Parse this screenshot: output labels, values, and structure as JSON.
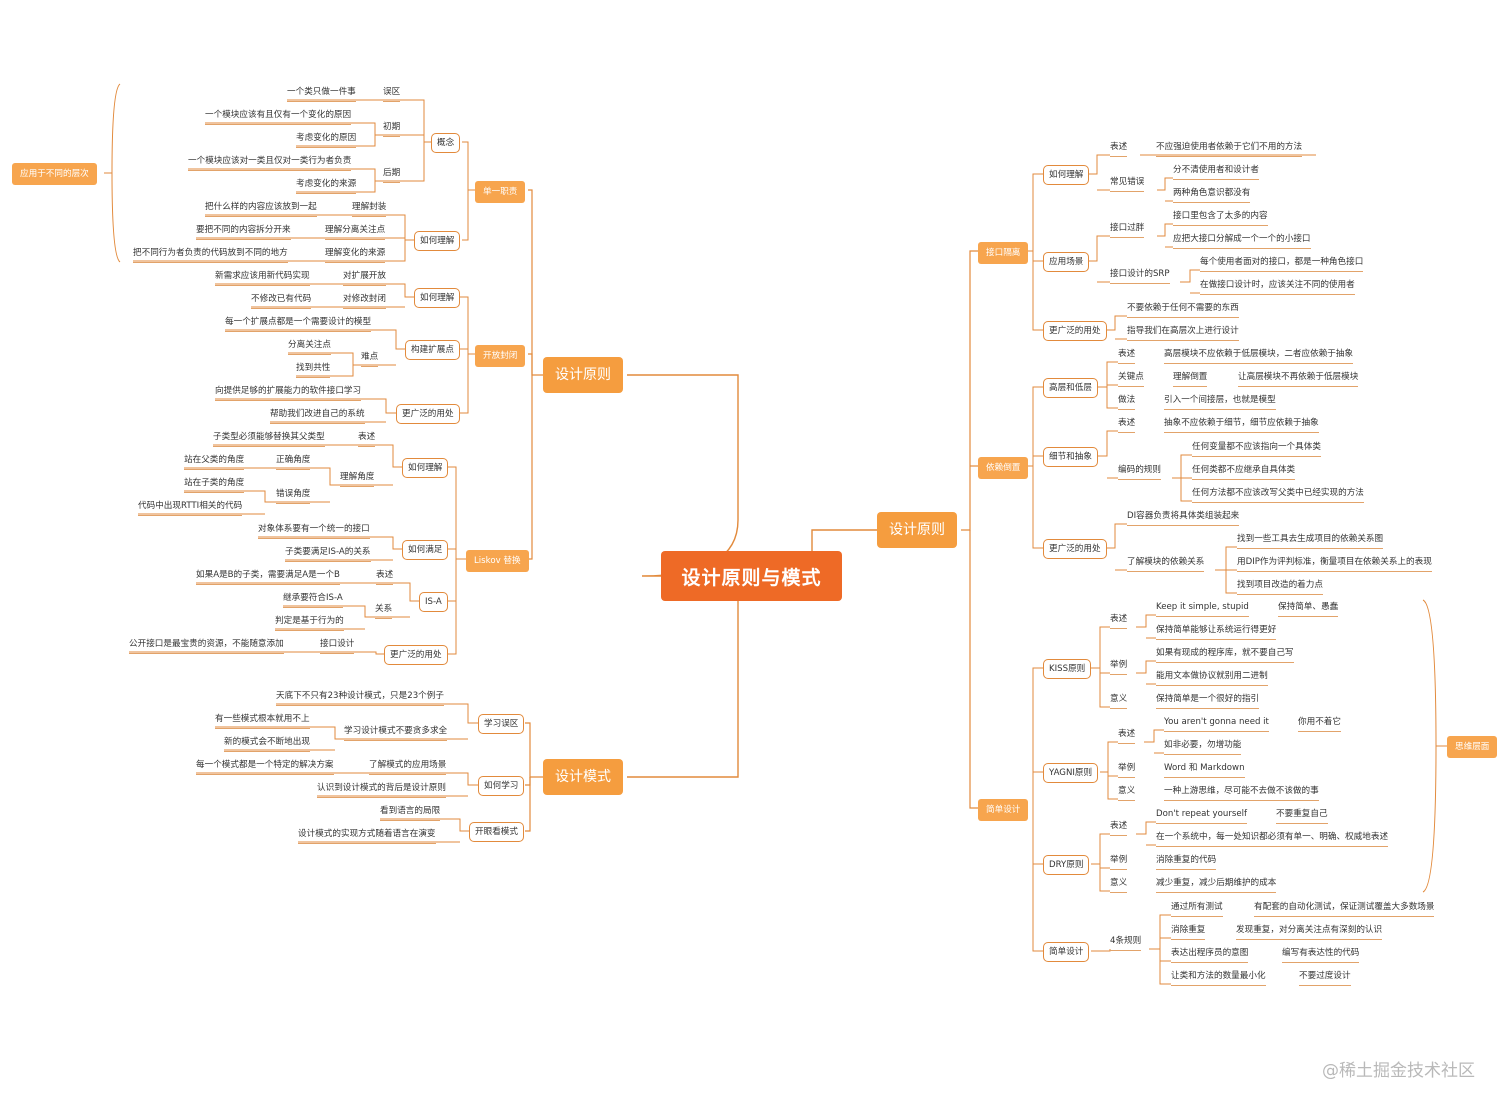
{
  "root": "设计原则与模式",
  "sections": {
    "left_principles": "设计原则",
    "left_patterns": "设计模式",
    "right_principles": "设计原则"
  },
  "srp": {
    "title": "单一职责",
    "concept": "概念",
    "how": "如何理解",
    "mistake": "误区",
    "early": "初期",
    "late": "后期",
    "l1": "一个类只做一件事",
    "l2": "一个模块应该有且仅有一个变化的原因",
    "l3": "考虑变化的原因",
    "l4": "一个模块应该对一类且仅对一类行为者负责",
    "l5": "考虑变化的来源",
    "h1": "把什么样的内容应该放到一起",
    "h1b": "理解封装",
    "h2": "要把不同的内容拆分开来",
    "h2b": "理解分离关注点",
    "h3": "把不同行为者负责的代码放到不同的地方",
    "h3b": "理解变化的来源",
    "levels": "应用于不同的层次"
  },
  "ocp": {
    "title": "开放封闭",
    "how": "如何理解",
    "build": "构建扩展点",
    "broader": "更广泛的用处",
    "a1": "新需求应该用新代码实现",
    "a1b": "对扩展开放",
    "a2": "不修改已有代码",
    "a2b": "对修改封闭",
    "b1": "每一个扩展点都是一个需要设计的模型",
    "b2": "分离关注点",
    "b3": "找到共性",
    "b4": "难点",
    "c1": "向提供足够的扩展能力的软件接口学习",
    "c2": "帮助我们改进自己的系统"
  },
  "lsp": {
    "title": "Liskov 替换",
    "how": "如何理解",
    "satisfy": "如何满足",
    "isa": "IS-A",
    "broader": "更广泛的用处",
    "a1": "子类型必须能够替换其父类型",
    "a1b": "表述",
    "a2": "站在父类的角度",
    "a2b": "正确角度",
    "a3": "站在子类的角度",
    "a3b": "错误角度",
    "a4": "代码中出现RTTI相关的代码",
    "a5": "理解角度",
    "b1": "对象体系要有一个统一的接口",
    "b2": "子类要满足IS-A的关系",
    "c1": "如果A是B的子类，需要满足A是一个B",
    "c1b": "表述",
    "c2": "继承要符合IS-A",
    "c3": "判定是基于行为的",
    "c4": "关系",
    "d1": "公开接口是最宝贵的资源，不能随意添加",
    "d1b": "接口设计"
  },
  "patterns": {
    "learn_traps": "学习误区",
    "how_learn": "如何学习",
    "open_eyes": "开眼看模式",
    "p1": "天底下不只有23种设计模式，只是23个例子",
    "p2": "有一些模式根本就用不上",
    "p3": "新的模式会不断地出现",
    "p4": "学习设计模式不要贪多求全",
    "p5": "每一个模式都是一个特定的解决方案",
    "p6": "了解模式的应用场景",
    "p7": "认识到设计模式的背后是设计原则",
    "p8": "看到语言的局限",
    "p9": "设计模式的实现方式随着语言在演变"
  },
  "isp": {
    "title": "接口隔离",
    "how": "如何理解",
    "scene": "应用场景",
    "broader": "更广泛的用处",
    "stmt": "表述",
    "stmt_v": "不应强迫使用者依赖于它们不用的方法",
    "err": "常见错误",
    "err1": "分不清使用者和设计者",
    "err2": "两种角色意识都没有",
    "fat": "接口过胖",
    "fat1": "接口里包含了太多的内容",
    "fat2": "应把大接口分解成一个一个的小接口",
    "srp": "接口设计的SRP",
    "srp1": "每个使用者面对的接口，都是一种角色接口",
    "srp2": "在做接口设计时，应该关注不同的使用者",
    "b1": "不要依赖于任何不需要的东西",
    "b2": "指导我们在高层次上进行设计"
  },
  "dip": {
    "title": "依赖倒置",
    "hl": "高层和低层",
    "da": "细节和抽象",
    "broader": "更广泛的用处",
    "hl_stmt": "表述",
    "hl_stmt_v": "高层模块不应依赖于低层模块，二者应依赖于抽象",
    "hl_key": "关键点",
    "hl_key_v": "理解倒置",
    "hl_key_v2": "让高层模块不再依赖于低层模块",
    "hl_do": "做法",
    "hl_do_v": "引入一个间接层，也就是模型",
    "da_stmt": "表述",
    "da_stmt_v": "抽象不应依赖于细节，细节应依赖于抽象",
    "da_rule": "编码的规则",
    "r1": "任何变量都不应该指向一个具体类",
    "r2": "任何类都不应继承自具体类",
    "r3": "任何方法都不应该改写父类中已经实现的方法",
    "b1": "DI容器负责将具体类组装起来",
    "b2": "了解模块的依赖关系",
    "b3": "找到一些工具去生成项目的依赖关系图",
    "b4": "用DIP作为评判标准，衡量项目在依赖关系上的表现",
    "b5": "找到项目改造的着力点"
  },
  "simple": {
    "title": "简单设计",
    "mindset": "思维层面",
    "kiss": {
      "title": "KISS原则",
      "stmt": "表述",
      "eg": "举例",
      "mean": "意义",
      "s1": "Keep it simple, stupid",
      "s1b": "保持简单、愚蠢",
      "s2": "保持简单能够让系统运行得更好",
      "e1": "如果有现成的程序库，就不要自己写",
      "e2": "能用文本做协议就别用二进制",
      "m1": "保持简单是一个很好的指引"
    },
    "yagni": {
      "title": "YAGNI原则",
      "stmt": "表述",
      "eg": "举例",
      "mean": "意义",
      "s1": "You aren't gonna need it",
      "s1b": "你用不着它",
      "s2": "如非必要，勿增功能",
      "e1": "Word 和 Markdown",
      "m1": "一种上游思维，尽可能不去做不该做的事"
    },
    "dry": {
      "title": "DRY原则",
      "stmt": "表述",
      "eg": "举例",
      "mean": "意义",
      "s1": "Don't repeat yourself",
      "s1b": "不要重复自己",
      "s2": "在一个系统中，每一处知识都必须有单一、明确、权威地表述",
      "e1": "消除重复的代码",
      "m1": "减少重复，减少后期维护的成本"
    },
    "sd": {
      "title": "简单设计",
      "rules": "4条规则",
      "r1": "通过所有测试",
      "r1b": "有配套的自动化测试，保证测试覆盖大多数场景",
      "r2": "消除重复",
      "r2b": "发现重复，对分离关注点有深刻的认识",
      "r3": "表达出程序员的意图",
      "r3b": "编写有表达性的代码",
      "r4": "让类和方法的数量最小化",
      "r4b": "不要过度设计"
    }
  },
  "watermark": "@稀土掘金技术社区",
  "colors": {
    "root": "#ee6a26",
    "section": "#f59d3f",
    "tag": "#f7a54e",
    "line": "#e28a3c"
  }
}
